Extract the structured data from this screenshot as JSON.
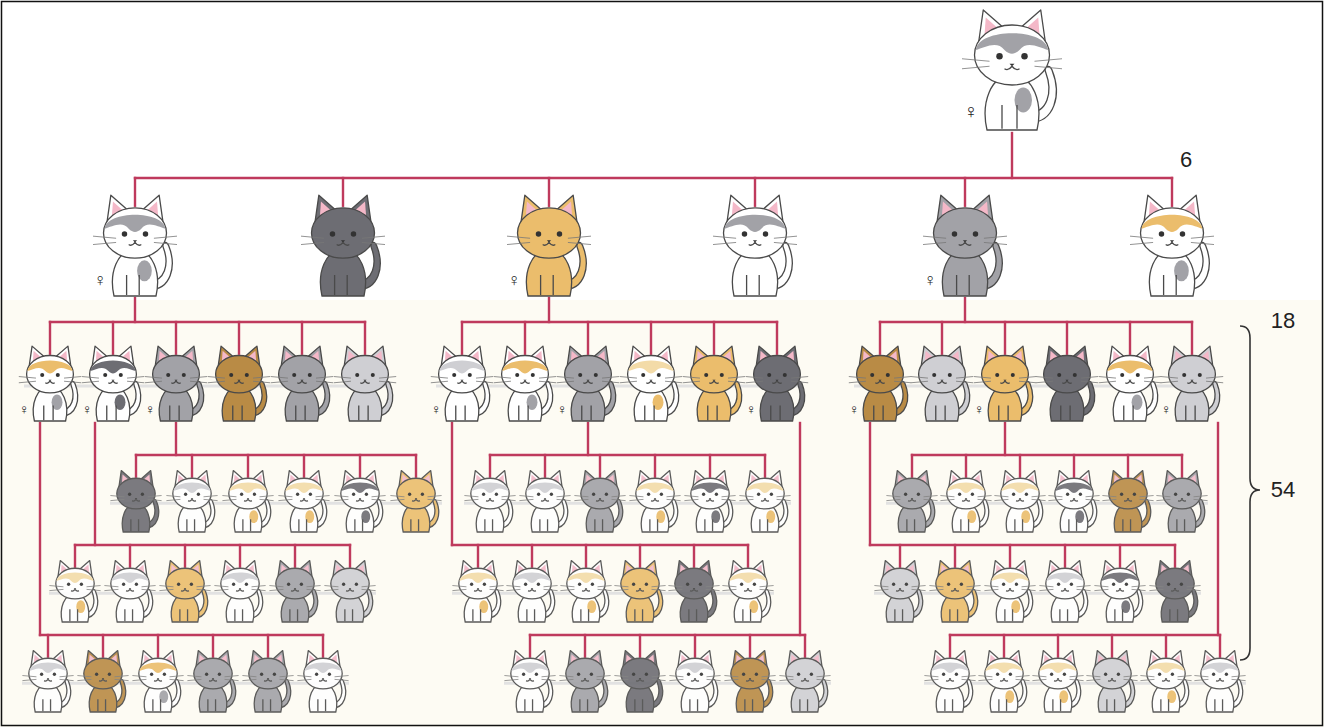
{
  "diagram": {
    "labels": [
      "♀",
      "6",
      "♀",
      "♀",
      "♀",
      "18",
      "♀",
      "♀",
      "♀",
      "♀",
      "♀",
      "♀",
      "♀",
      "♀",
      "♀",
      "54"
    ]
  }
}
